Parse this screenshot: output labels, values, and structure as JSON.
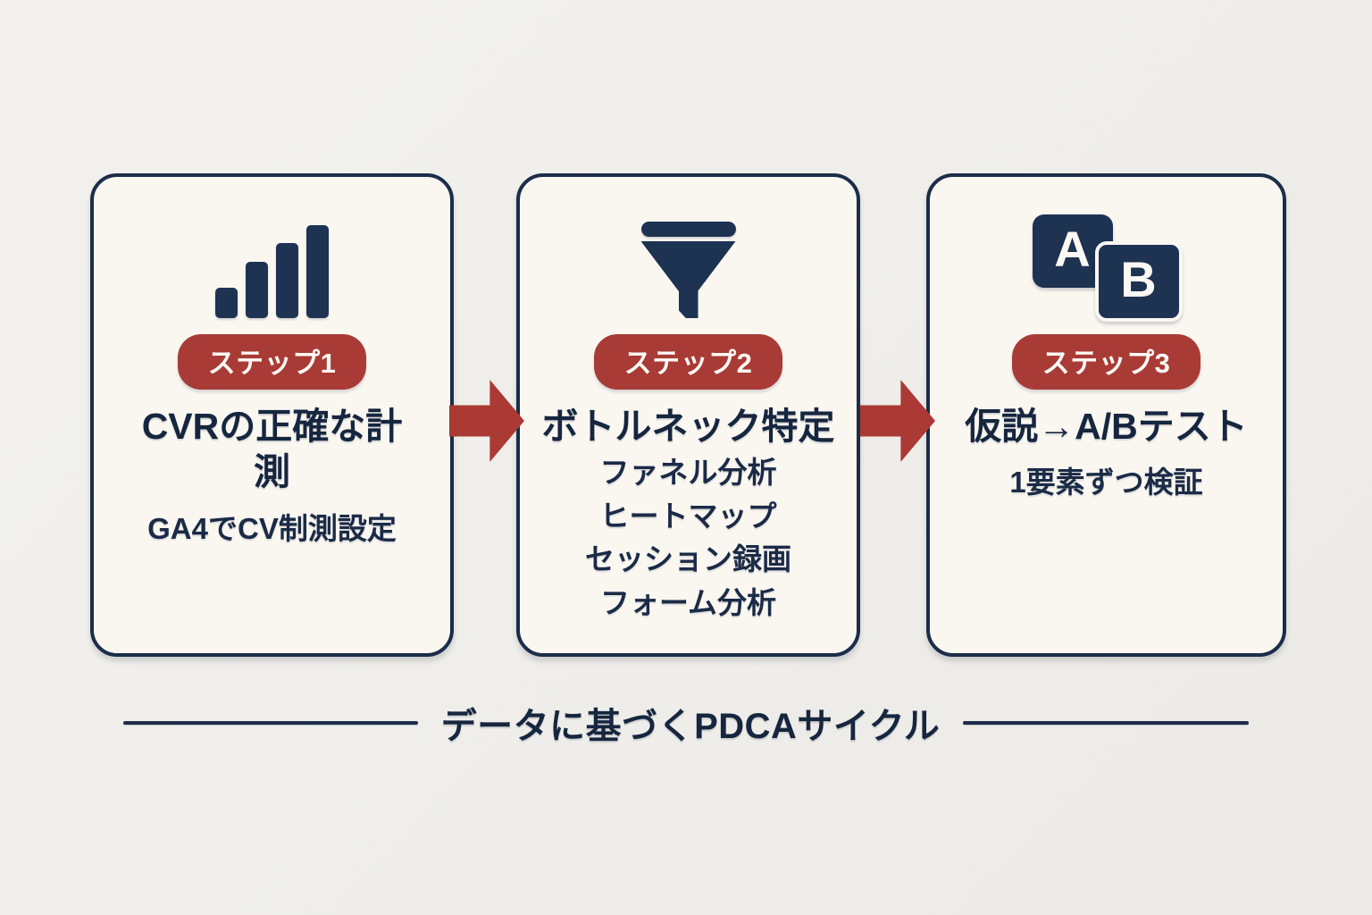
{
  "theme": {
    "background": "#f0efec",
    "card_bg": "#faf7f1",
    "ink": "#1b2d4a",
    "accent_red": "#a93b36",
    "icon_navy": "#1e3252"
  },
  "cards": [
    {
      "icon": "bar-chart-icon",
      "badge": "ステップ1",
      "title": "CVRの正確な計測",
      "subtitle": "GA4でCV制測設定",
      "bullets": []
    },
    {
      "icon": "funnel-icon",
      "badge": "ステップ2",
      "title": "ボトルネック特定",
      "subtitle": "",
      "bullets": [
        "ファネル分析",
        "ヒートマップ",
        "セッション録画",
        "フォーム分析"
      ]
    },
    {
      "icon": "ab-test-icon",
      "badge": "ステップ3",
      "title": "仮説→A/Bテスト",
      "subtitle": "1要素ずつ検証",
      "bullets": []
    }
  ],
  "ab_icon": {
    "tile_a": "A",
    "tile_b": "B"
  },
  "arrows": [
    {
      "name": "arrow-step1-to-step2"
    },
    {
      "name": "arrow-step2-to-step3"
    }
  ],
  "footer": {
    "label": "データに基づくPDCAサイクル"
  }
}
